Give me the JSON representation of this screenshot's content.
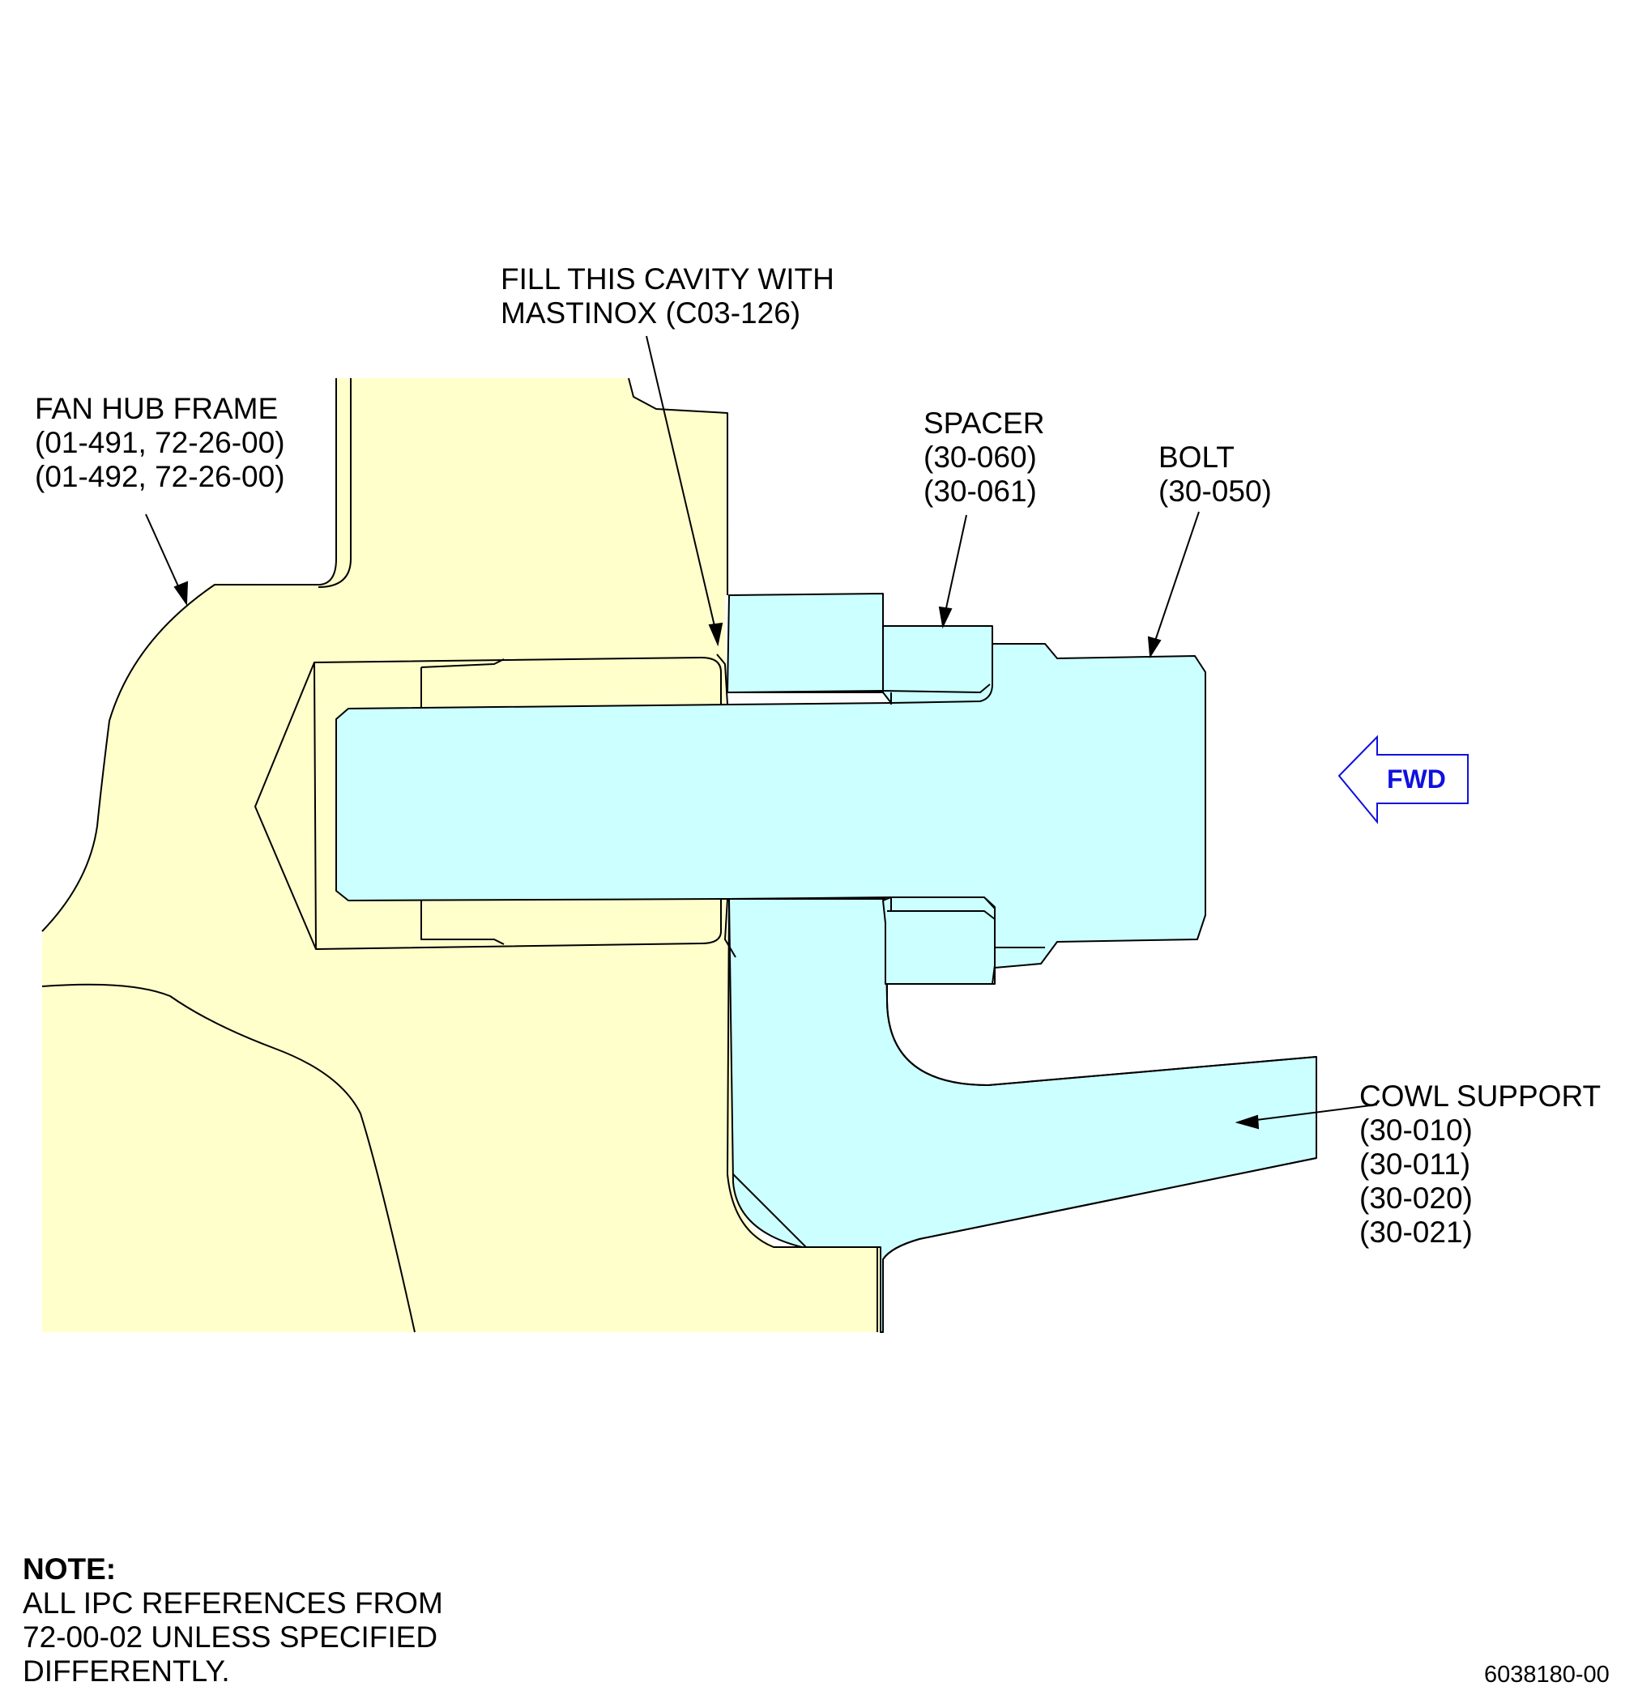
{
  "colors": {
    "frame_fill": "#ffffcc",
    "part_fill": "#ccffff",
    "outline": "#000000",
    "fwd_arrow": "#1010e0"
  },
  "labels": {
    "cavity": {
      "lines": [
        "FILL THIS CAVITY WITH",
        "MASTINOX (C03-126)"
      ]
    },
    "fan_hub_frame": {
      "lines": [
        "FAN HUB FRAME",
        "(01-491, 72-26-00)",
        "(01-492, 72-26-00)"
      ]
    },
    "spacer": {
      "lines": [
        "SPACER",
        "(30-060)",
        "(30-061)"
      ]
    },
    "bolt": {
      "lines": [
        "BOLT",
        "(30-050)"
      ]
    },
    "cowl_support": {
      "lines": [
        "COWL SUPPORT",
        "(30-010)",
        "(30-011)",
        "(30-020)",
        "(30-021)"
      ]
    }
  },
  "fwd": {
    "label": "FWD",
    "icon": "left-arrow-icon"
  },
  "note": {
    "title": "NOTE:",
    "lines": [
      "ALL IPC REFERENCES FROM",
      "72-00-02 UNLESS SPECIFIED",
      "DIFFERENTLY."
    ]
  },
  "figure_number": "6038180-00"
}
